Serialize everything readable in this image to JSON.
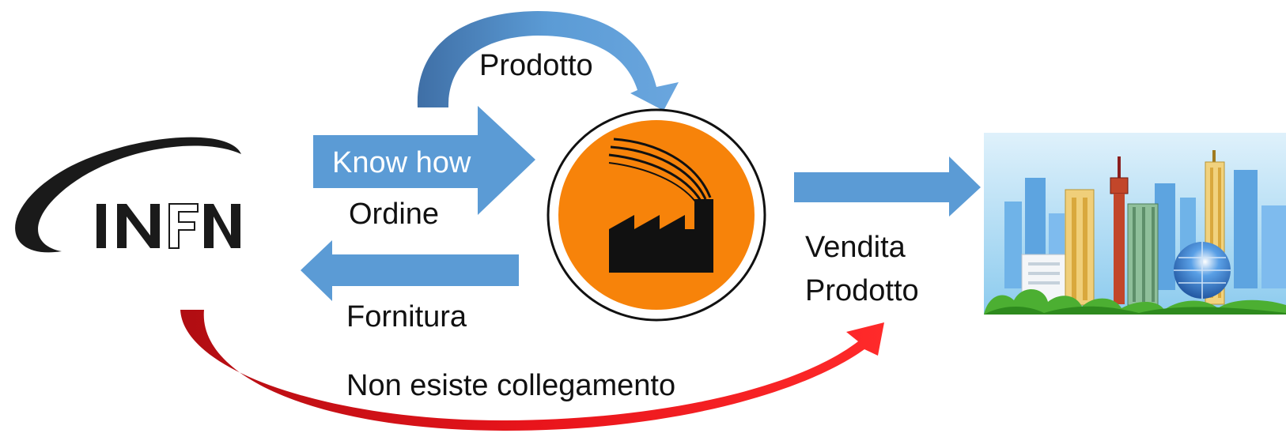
{
  "logo": {
    "text": "INFN"
  },
  "labels": {
    "prodotto_top": "Prodotto",
    "know_how": "Know how",
    "ordine": "Ordine",
    "fornitura": "Fornitura",
    "vendita": "Vendita",
    "vendita_prodotto": "Prodotto",
    "no_link": "Non esiste collegamento"
  },
  "colors": {
    "arrow_blue": "#5b9bd5",
    "arrow_blue_dark": "#41719c",
    "factory_orange": "#f7830a",
    "red_arrow": "#e8141b",
    "sky": "#a9d8f2"
  },
  "icons": {
    "factory": "factory-icon",
    "city": "city-skyline-icon"
  }
}
